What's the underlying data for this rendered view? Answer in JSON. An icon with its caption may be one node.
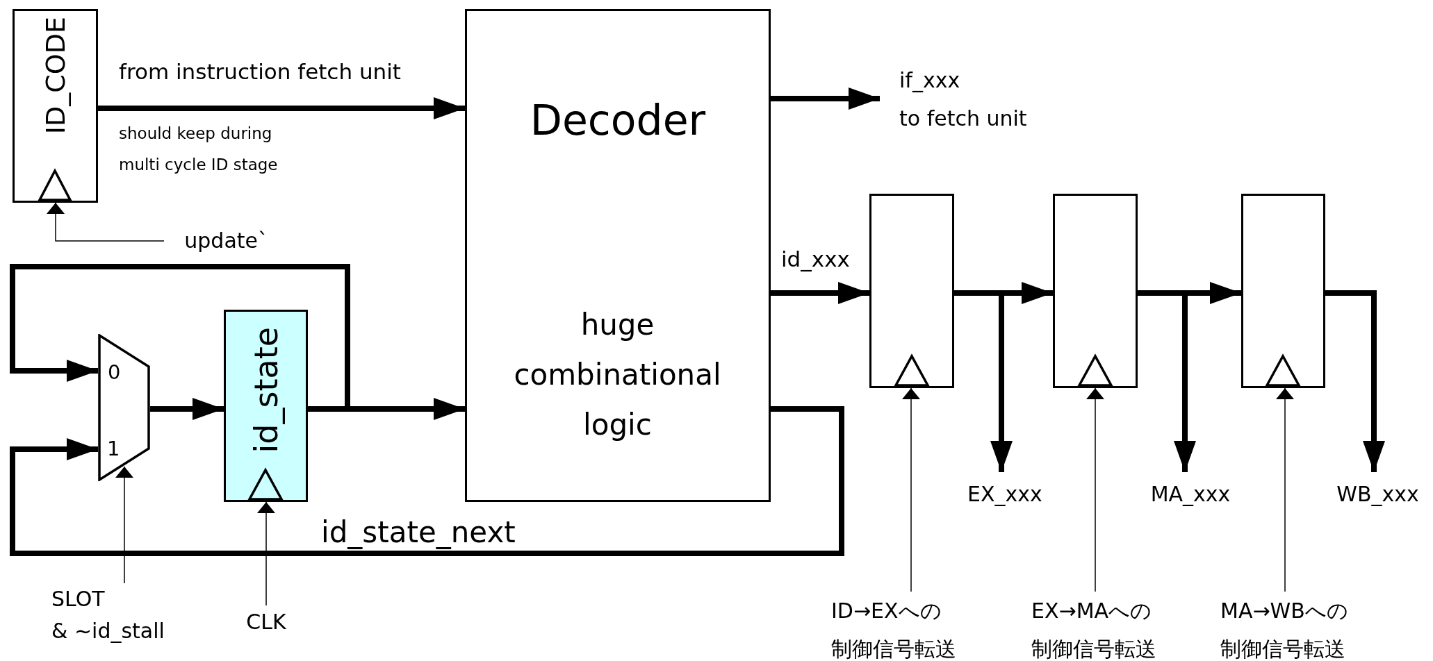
{
  "diagram": {
    "nodes": [
      {
        "text": [
          "ID_CODE"
        ]
      },
      {
        "text": [
          "Decoder",
          "huge combinational logic"
        ]
      },
      {
        "text": [
          "0",
          "1"
        ]
      },
      {
        "text": [
          "id_state"
        ]
      },
      {
        "text": [],
        "shape": "box"
      },
      {
        "text": [],
        "shape": "box"
      },
      {
        "text": [],
        "shape": "box"
      },
      {
        "text": [
          "update`"
        ]
      },
      {
        "text": [
          "SLOT",
          "& ~id_stall"
        ]
      },
      {
        "text": [
          "CLK"
        ]
      },
      {
        "text": [
          "if_xxx",
          "to fetch unit"
        ]
      },
      {
        "text": [
          "EX_xxx"
        ]
      },
      {
        "text": [
          "MA_xxx"
        ]
      },
      {
        "text": [
          "WB_xxx"
        ]
      },
      {
        "text": [
          "ID→EXへの制御信号転送"
        ]
      },
      {
        "text": [
          "EX→MAへの制御信号転送"
        ]
      },
      {
        "text": [
          "MA→WBへの制御信号転送"
        ]
      }
    ],
    "edges": [
      {
        "from": 0,
        "to": 1,
        "arrow": "to",
        "label": "from instruction fetch unit"
      },
      {
        "from": 7,
        "to": 0,
        "arrow": "to"
      },
      {
        "from": 1,
        "to": 10,
        "arrow": "to"
      },
      {
        "from": 3,
        "to": 2,
        "arrow": "to"
      },
      {
        "from": 2,
        "to": 3,
        "arrow": "to"
      },
      {
        "from": 3,
        "to": 1,
        "arrow": "to"
      },
      {
        "from": 1,
        "to": 2,
        "arrow": "to",
        "label": "id_state_next"
      },
      {
        "from": 8,
        "to": 2,
        "arrow": "to"
      },
      {
        "from": 9,
        "to": 3,
        "arrow": "to"
      },
      {
        "from": 1,
        "to": 4,
        "arrow": "to",
        "label": "id_xxx"
      },
      {
        "from": 4,
        "to": 5,
        "arrow": "to"
      },
      {
        "from": 4,
        "to": 11,
        "arrow": "to"
      },
      {
        "from": 5,
        "to": 6,
        "arrow": "to"
      },
      {
        "from": 5,
        "to": 12,
        "arrow": "to"
      },
      {
        "from": 6,
        "to": 13,
        "arrow": "to"
      },
      {
        "from": 14,
        "to": 4,
        "arrow": "to"
      },
      {
        "from": 15,
        "to": 5,
        "arrow": "to"
      },
      {
        "from": 16,
        "to": 6,
        "arrow": "to"
      }
    ],
    "labels": [
      "should keep during multi cycle ID stage"
    ]
  }
}
